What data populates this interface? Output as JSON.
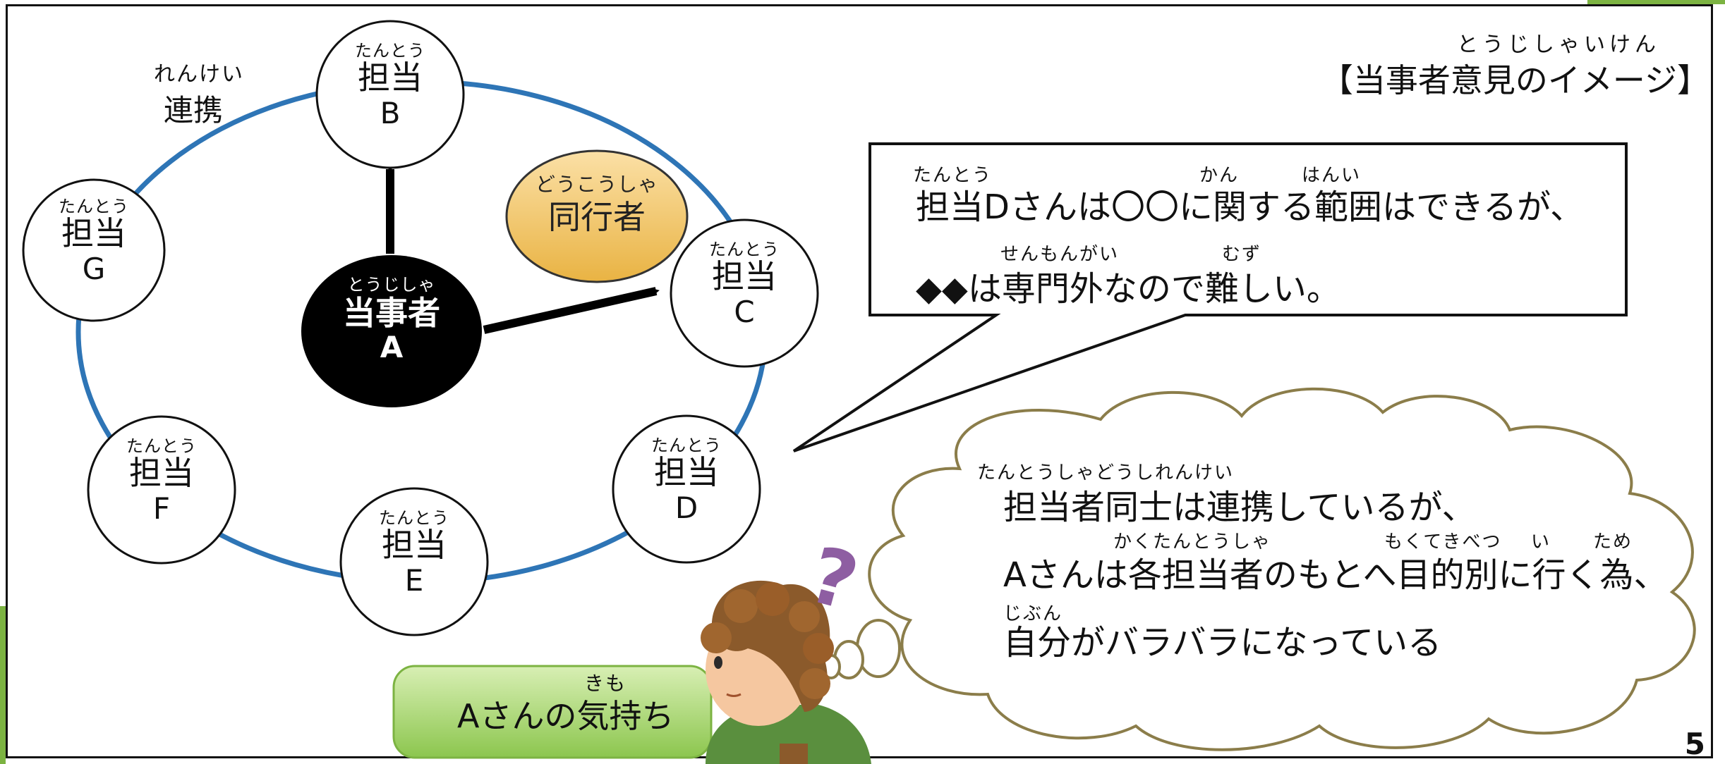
{
  "title": {
    "ruby": "とうじしゃいけん",
    "text": "【当事者意見のイメージ】"
  },
  "renkei": {
    "ruby": "れんけい",
    "text": "連携"
  },
  "center_node": {
    "ruby": "とうじしゃ",
    "title": "当事者",
    "letter": "A"
  },
  "companion_node": {
    "ruby": "どうこうしゃ",
    "title": "同行者"
  },
  "nodes": [
    {
      "id": "B",
      "ruby": "たんとう",
      "title": "担当",
      "letter": "B"
    },
    {
      "id": "C",
      "ruby": "たんとう",
      "title": "担当",
      "letter": "C"
    },
    {
      "id": "D",
      "ruby": "たんとう",
      "title": "担当",
      "letter": "D"
    },
    {
      "id": "E",
      "ruby": "たんとう",
      "title": "担当",
      "letter": "E"
    },
    {
      "id": "F",
      "ruby": "たんとう",
      "title": "担当",
      "letter": "F"
    },
    {
      "id": "G",
      "ruby": "たんとう",
      "title": "担当",
      "letter": "G"
    }
  ],
  "speech": {
    "line1_ruby": [
      "たんとう",
      "かん",
      "はんい"
    ],
    "line1": "担当Dさんは〇〇に関する範囲はできるが、",
    "line2_ruby": [
      "せんもんがい",
      "むず"
    ],
    "line2": "◆◆は専門外なので難しい。"
  },
  "thought": {
    "line1_ruby": "たんとうしゃどうしれんけい",
    "line1": "担当者同士は連携しているが、",
    "line2_ruby": [
      "かくたんとうしゃ",
      "もくてきべつ",
      "い",
      "ため"
    ],
    "line2": "Aさんは各担当者のもとへ目的別に行く為、",
    "line3_ruby": "じぶん",
    "line3": "自分がバラバラになっている"
  },
  "feeling": {
    "ruby": "きも",
    "text": "Aさんの気持ち"
  },
  "page_number": "5",
  "colors": {
    "ring": "#2e75b6",
    "companion_fill": "#f2c263",
    "cloud_stroke": "#8b7d4a",
    "feeling_fill": "#a9d66a",
    "green_accent": "#7cb342"
  },
  "icons": [
    "question-mark-icon",
    "person-illustration"
  ]
}
